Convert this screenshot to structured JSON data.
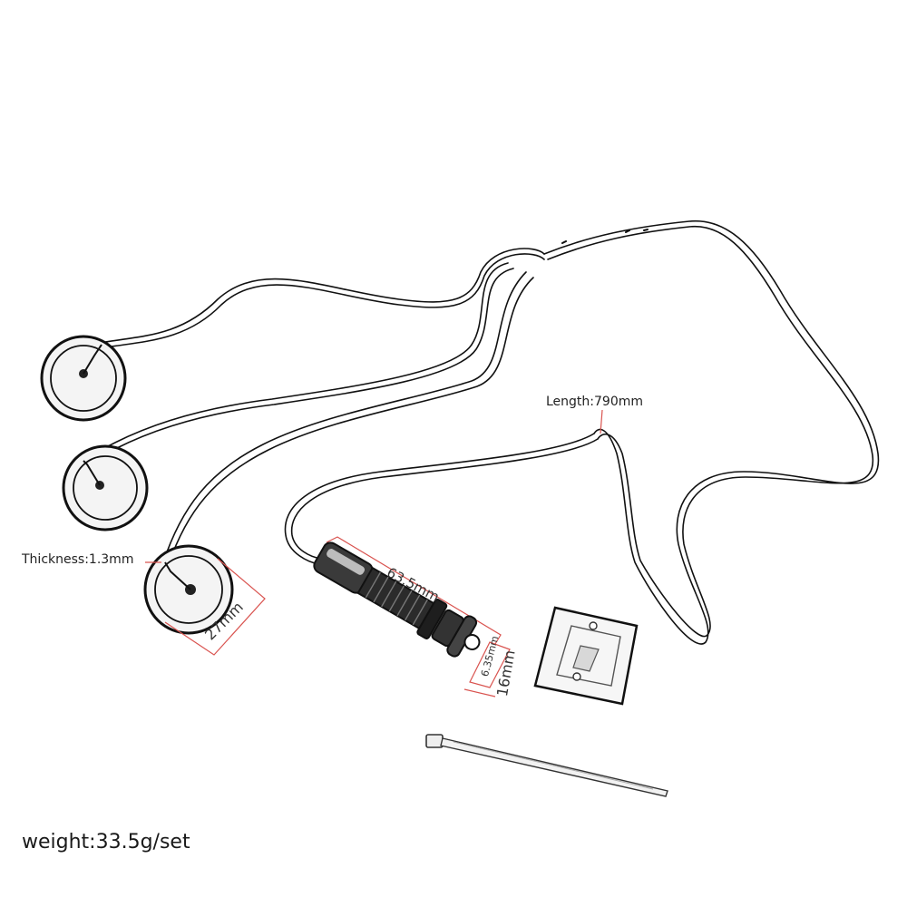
{
  "labels": {
    "thickness": "Thickness:1.3mm",
    "length": "Length:790mm",
    "diameter": "27mm",
    "jack_length": "63.5mm",
    "jack_diameter_small": "6.35mm",
    "jack_diameter_large": "16mm",
    "weight": "weight:33.5g/set"
  },
  "colors": {
    "line": "#111111",
    "dimension": "#d9534f",
    "disc_fill": "#f4f4f4"
  },
  "components": {
    "pickups": [
      "piezo-disc",
      "piezo-disc",
      "piezo-disc"
    ],
    "jack": "end-pin-jack",
    "mount": "cable-tie-mount",
    "tie": "cable-tie"
  }
}
